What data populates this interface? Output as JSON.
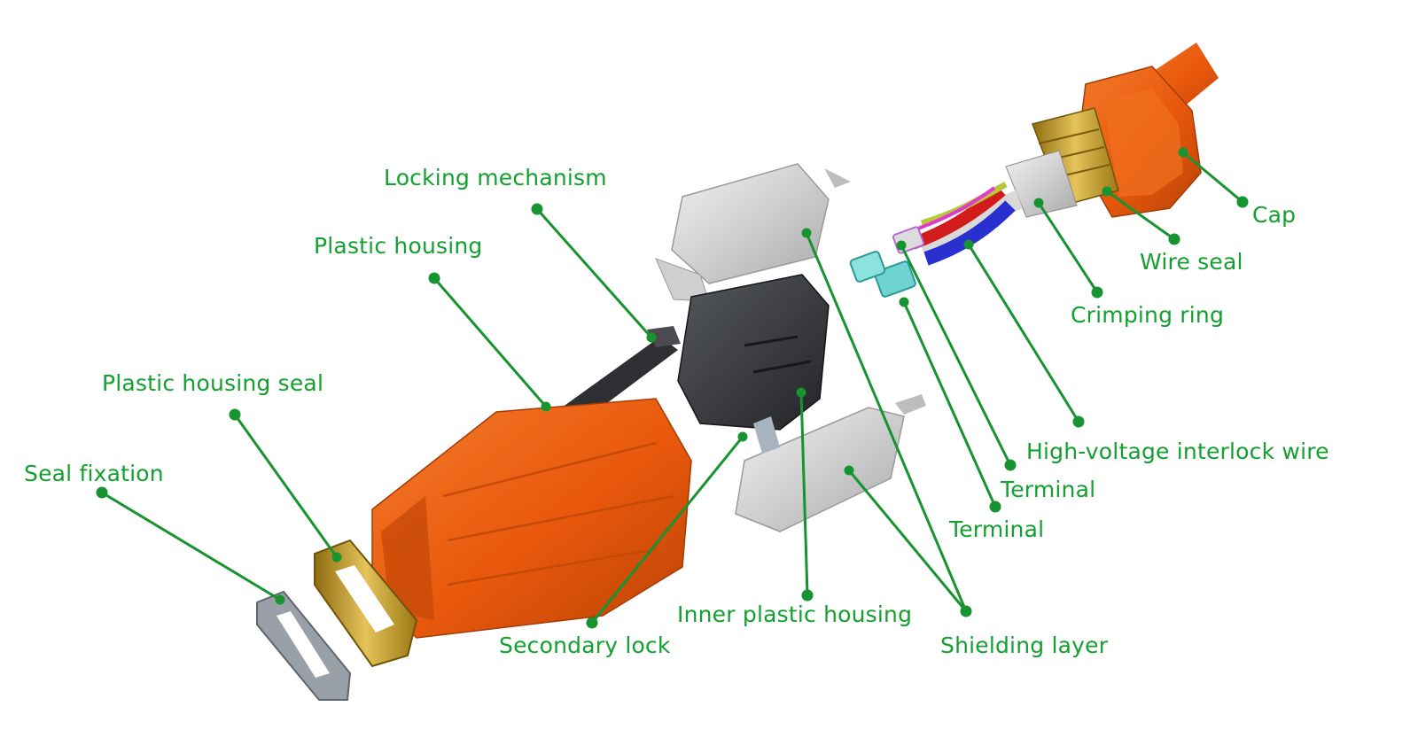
{
  "colors": {
    "label": "#14a030",
    "leader": "#17932f",
    "orange": "#e8580c",
    "orange_dark": "#b53f05",
    "brass": "#c9a227",
    "steel": "#c7c7c7",
    "housing_dark": "#3a3c40"
  },
  "labels": {
    "locking_mechanism": "Locking mechanism",
    "plastic_housing": "Plastic housing",
    "plastic_housing_seal": "Plastic housing seal",
    "seal_fixation": "Seal fixation",
    "secondary_lock": "Secondary lock",
    "inner_plastic_housing": "Inner plastic housing",
    "shielding_layer": "Shielding layer",
    "terminal_upper": "Terminal",
    "terminal_lower": "Terminal",
    "hv_interlock_wire": "High-voltage interlock wire",
    "crimping_ring": "Crimping ring",
    "wire_seal": "Wire seal",
    "cap": "Cap"
  }
}
